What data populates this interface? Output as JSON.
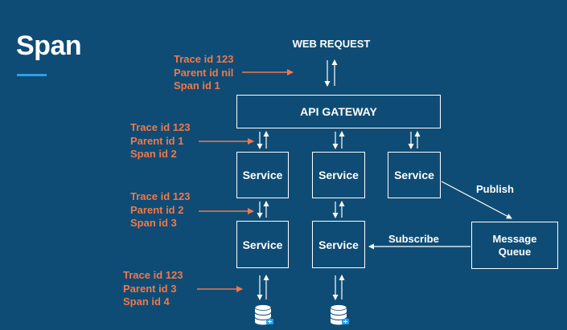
{
  "slide": {
    "title": "Span"
  },
  "diagram": {
    "web_request": "WEB REQUEST",
    "gateway": "API GATEWAY",
    "services": {
      "row1_left": "Service",
      "row1_middle": "Service",
      "row1_right": "Service",
      "row2_left": "Service",
      "row2_middle": "Service"
    },
    "queue": {
      "line1": "Message",
      "line2": "Queue"
    },
    "edges": {
      "publish": "Publish",
      "subscribe": "Subscribe"
    },
    "traces": [
      {
        "trace": "Trace id 123",
        "parent": "Parent id nil",
        "span": "Span id 1"
      },
      {
        "trace": "Trace id 123",
        "parent": "Parent id 1",
        "span": "Span id 2"
      },
      {
        "trace": "Trace id 123",
        "parent": "Parent id 2",
        "span": "Span id 3"
      },
      {
        "trace": "Trace id 123",
        "parent": "Parent id 3",
        "span": "Span id 4"
      }
    ],
    "colors": {
      "background": "#0f4c75",
      "accent": "#f0784a",
      "underline": "#2e9fe6",
      "line": "#ffffff"
    }
  }
}
